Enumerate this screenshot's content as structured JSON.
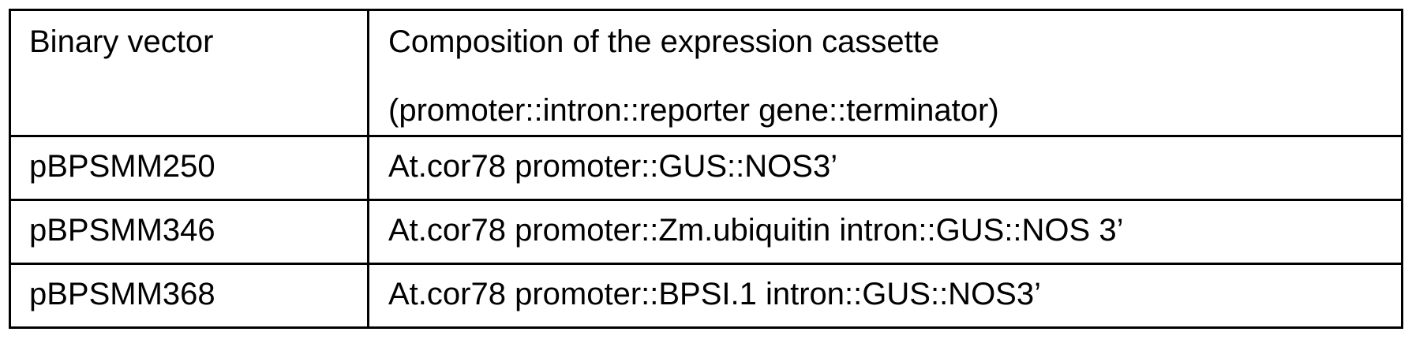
{
  "table": {
    "header": {
      "col1": "Binary vector",
      "col2_line1": "Composition of the expression cassette",
      "col2_line2": "(promoter::intron::reporter gene::terminator)"
    },
    "rows": [
      {
        "vector": "pBPSMM250",
        "composition": "At.cor78 promoter::GUS::NOS3’"
      },
      {
        "vector": "pBPSMM346",
        "composition": "At.cor78 promoter::Zm.ubiquitin intron::GUS::NOS 3’"
      },
      {
        "vector": "pBPSMM368",
        "composition": "At.cor78 promoter::BPSI.1 intron::GUS::NOS3’"
      }
    ]
  }
}
